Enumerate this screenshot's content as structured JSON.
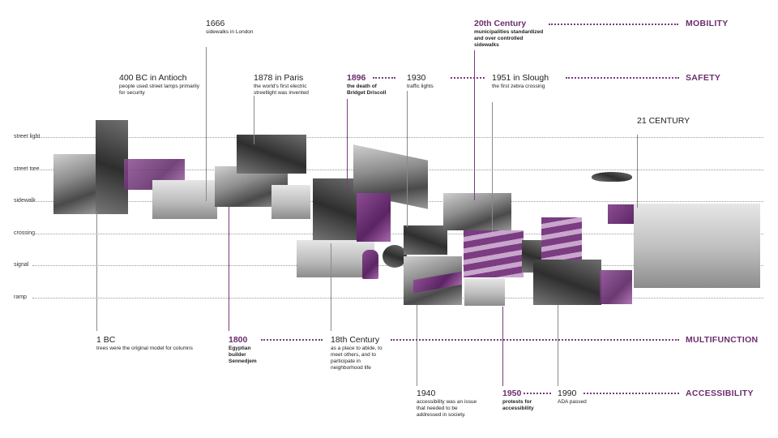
{
  "rows": [
    "street light",
    "street tree",
    "sidewalk",
    "crossing",
    "signal",
    "ramp"
  ],
  "themes": {
    "mobility": "MOBILITY",
    "safety": "SAFETY",
    "multifunction": "MULTIFUNCTION",
    "accessibility": "ACCESSIBILITY"
  },
  "events": {
    "e1666": {
      "year": "1666",
      "desc": "sidewalks in London"
    },
    "e400bc": {
      "year": "400 BC in Antioch",
      "desc": "people used street lamps primarily for security"
    },
    "e1878": {
      "year": "1878 in Paris",
      "desc": "the world's first electric streetlight was invented"
    },
    "e1896": {
      "year": "1896",
      "desc": "the death of Bridget Driscoll"
    },
    "e1930": {
      "year": "1930",
      "desc": "traffic lights"
    },
    "e20c": {
      "year": "20th Century",
      "desc": "municipalities standardized and over controlled sidewalks"
    },
    "e1951": {
      "year": "1951 in Slough",
      "desc": "the first zebra crossing"
    },
    "e21c": {
      "year": "21 CENTURY",
      "desc": ""
    },
    "e1bc": {
      "year": "1 BC",
      "desc": "trees were the original model for columns"
    },
    "e1800": {
      "year": "1800",
      "desc": "Egyptian builder Sennedjem"
    },
    "e18c": {
      "year": "18th Century",
      "desc": "as a place to abide, to meet others, and to participate in neighborhood life"
    },
    "e1940": {
      "year": "1940",
      "desc": "accessibility was an issue that needed to be addressed in society."
    },
    "e1950": {
      "year": "1950",
      "desc": "protests for accessibility"
    },
    "e1990": {
      "year": "1990",
      "desc": "ADA passed"
    }
  },
  "colors": {
    "accent": "#6b2d6e",
    "grid": "#9a9a9a",
    "text": "#222222"
  }
}
